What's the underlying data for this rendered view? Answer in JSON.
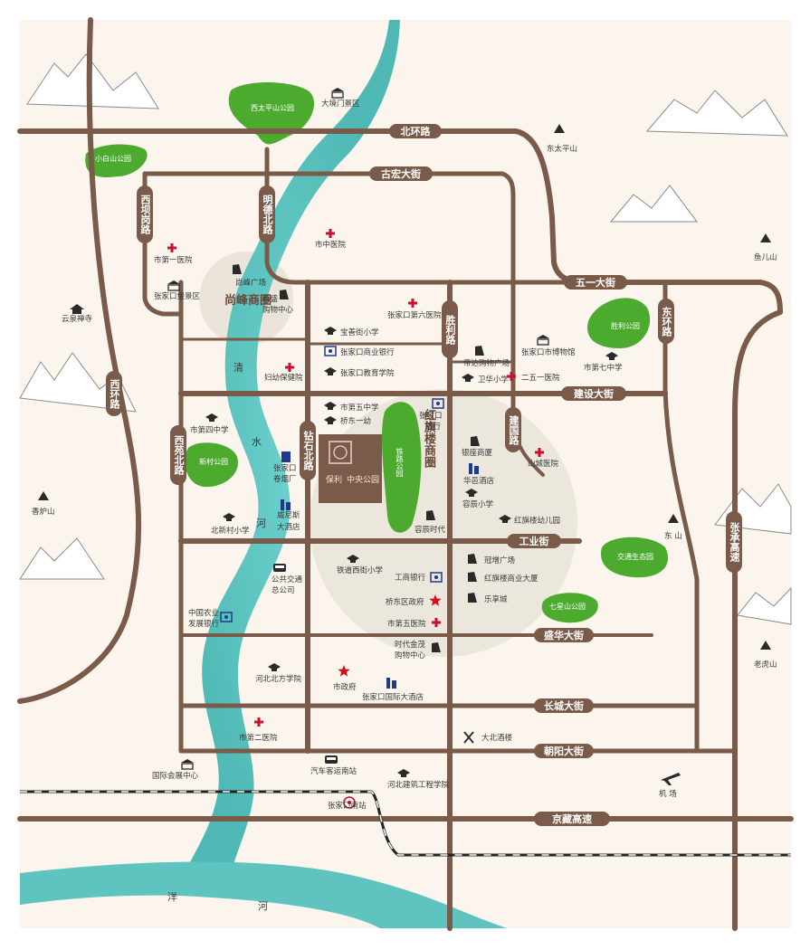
{
  "roads": {
    "beihuan": "北环路",
    "guhong": "古宏大街",
    "wuyi": "五一大街",
    "jianshe": "建设大街",
    "gongye": "工业街",
    "shenghua": "盛华大街",
    "changcheng": "长城大街",
    "chaoyang": "朝阳大街",
    "jingzang": "京藏高速",
    "xiba": "西坝岗路",
    "mingde": "明德北路",
    "shengli": "胜利路",
    "donghuan": "东环路",
    "jianguo": "建国路",
    "xihuan": "西环路",
    "xiyuan": "西苑北路",
    "zuanshi": "钻石北路",
    "zhangcheng": "张承高速"
  },
  "districts": {
    "shangfeng": "尚峰商圈",
    "hongqilou": "红旗楼商圈"
  },
  "project": {
    "brand": "保利",
    "name": "中央公园"
  },
  "rivers": {
    "qingshui": [
      "清",
      "水",
      "河"
    ],
    "yanghe": [
      "洋",
      "河"
    ]
  },
  "parks": [
    {
      "id": "xitaiping",
      "name": "西太平山公园"
    },
    {
      "id": "xiaobaishan",
      "name": "小白山公园"
    },
    {
      "id": "shengli",
      "name": "胜利公园"
    },
    {
      "id": "xincun",
      "name": "新村公园"
    },
    {
      "id": "tielu",
      "name": "铁路公园"
    },
    {
      "id": "jiaotong",
      "name": "交通生态园"
    },
    {
      "id": "qixingshan",
      "name": "七星山公园"
    }
  ],
  "mountains": [
    {
      "id": "dongtaiping",
      "name": "东太平山"
    },
    {
      "id": "yuershan",
      "name": "鱼儿山"
    },
    {
      "id": "dongshan",
      "name": "东 山"
    },
    {
      "id": "laohushan",
      "name": "老虎山"
    },
    {
      "id": "xianglushan",
      "name": "香炉山"
    }
  ],
  "pois": [
    {
      "id": "dajingmen",
      "name": "大境门景区",
      "icon": "landmark-icon"
    },
    {
      "id": "yunquan",
      "name": "云泉禅寺",
      "icon": "temple-icon"
    },
    {
      "id": "zhongyi",
      "name": "市中医院",
      "icon": "hospital-icon"
    },
    {
      "id": "yiyuan1",
      "name": "市第一医院",
      "icon": "hospital-icon"
    },
    {
      "id": "baozhao",
      "name": "张家口堡景区",
      "icon": "landmark-icon"
    },
    {
      "id": "shangfengsq",
      "name": "尚峰广场",
      "icon": "shopping-icon"
    },
    {
      "id": "baisheng",
      "name": "百盛",
      "icon": "shopping-icon"
    },
    {
      "id": "gouwu",
      "name": "购物中心",
      "icon": "none"
    },
    {
      "id": "liuyiyuan",
      "name": "张家口第六医院",
      "icon": "hospital-icon"
    },
    {
      "id": "baoshan",
      "name": "宝善街小学",
      "icon": "school-icon"
    },
    {
      "id": "shangyeyh",
      "name": "张家口商业银行",
      "icon": "bank-icon"
    },
    {
      "id": "jiaoyu",
      "name": "张家口教育学院",
      "icon": "school-icon"
    },
    {
      "id": "fuyou",
      "name": "妇幼保健院",
      "icon": "hospital-icon"
    },
    {
      "id": "dida",
      "name": "帝达购物广场",
      "icon": "shopping-icon"
    },
    {
      "id": "weihua",
      "name": "卫华小学",
      "icon": "school-icon"
    },
    {
      "id": "bowuguan",
      "name": "张家口市博物馆",
      "icon": "museum-icon"
    },
    {
      "id": "erwuyi",
      "name": "二五一医院",
      "icon": "hospital-icon"
    },
    {
      "id": "qizhong",
      "name": "市第七中学",
      "icon": "school-icon"
    },
    {
      "id": "wuzhong",
      "name": "市第五中学",
      "icon": "school-icon"
    },
    {
      "id": "qiaodongyiyou",
      "name": "桥东一幼",
      "icon": "school-icon"
    },
    {
      "id": "zjkyh1",
      "name": "张家口",
      "icon": "bank-icon"
    },
    {
      "id": "zjkyh2",
      "name": "银行",
      "icon": "none"
    },
    {
      "id": "yinzuo",
      "name": "银座商厦",
      "icon": "shopping-icon"
    },
    {
      "id": "huayi",
      "name": "华邑酒店",
      "icon": "hotel-icon"
    },
    {
      "id": "rongyuan",
      "name": "容辰小学",
      "icon": "school-icon"
    },
    {
      "id": "shancheng",
      "name": "山城医院",
      "icon": "hospital-icon"
    },
    {
      "id": "sizhong",
      "name": "市第四中学",
      "icon": "school-icon"
    },
    {
      "id": "juanyan1",
      "name": "张家口",
      "icon": "building-icon"
    },
    {
      "id": "juanyan2",
      "name": "卷烟厂",
      "icon": "none"
    },
    {
      "id": "weinisi1",
      "name": "威尼斯",
      "icon": "hotel-icon"
    },
    {
      "id": "weinisi2",
      "name": "大酒店",
      "icon": "none"
    },
    {
      "id": "beicun",
      "name": "北新村小学",
      "icon": "school-icon"
    },
    {
      "id": "rongchen",
      "name": "容辰时代",
      "icon": "shopping-icon"
    },
    {
      "id": "hongqiyou",
      "name": "红旗楼幼儿园",
      "icon": "school-icon"
    },
    {
      "id": "tiexi",
      "name": "铁道西街小学",
      "icon": "school-icon"
    },
    {
      "id": "gonggong1",
      "name": "公共交通",
      "icon": "bus-icon"
    },
    {
      "id": "gonggong2",
      "name": "总公司",
      "icon": "none"
    },
    {
      "id": "gongshang",
      "name": "工商银行",
      "icon": "bank-icon"
    },
    {
      "id": "guanyuan",
      "name": "冠增广场",
      "icon": "shopping-icon"
    },
    {
      "id": "hongqishangye",
      "name": "红旗楼商业大厦",
      "icon": "shopping-icon"
    },
    {
      "id": "lexiang",
      "name": "乐享城",
      "icon": "shopping-icon"
    },
    {
      "id": "qiaodong",
      "name": "桥东区政府",
      "icon": "gov-icon"
    },
    {
      "id": "wuyuan",
      "name": "市第五医院",
      "icon": "hospital-icon"
    },
    {
      "id": "nongye1",
      "name": "中国农业",
      "icon": "bank-icon"
    },
    {
      "id": "nongye2",
      "name": "发展银行",
      "icon": "none"
    },
    {
      "id": "shidai1",
      "name": "时代金茂",
      "icon": "shopping-icon"
    },
    {
      "id": "shidai2",
      "name": "购物中心",
      "icon": "none"
    },
    {
      "id": "hebeibeifang",
      "name": "河北北方学院",
      "icon": "school-icon"
    },
    {
      "id": "shizhengfu",
      "name": "市政府",
      "icon": "gov-icon"
    },
    {
      "id": "guojidajd",
      "name": "张家口国际大酒店",
      "icon": "hotel-icon"
    },
    {
      "id": "eryuan",
      "name": "市第二医院",
      "icon": "hospital-icon"
    },
    {
      "id": "dabei",
      "name": "大北酒楼",
      "icon": "restaurant-icon"
    },
    {
      "id": "huizhan",
      "name": "国际会展中心",
      "icon": "landmark-icon"
    },
    {
      "id": "qiche",
      "name": "汽车客运南站",
      "icon": "bus-icon"
    },
    {
      "id": "jianzhu",
      "name": "河北建筑工程学院",
      "icon": "school-icon"
    },
    {
      "id": "jichang",
      "name": "机 场",
      "icon": "airport-icon"
    },
    {
      "id": "nanzhan",
      "name": "张家口南站",
      "icon": "train-icon"
    }
  ],
  "colors": {
    "road": "#7a5a48",
    "river": "#5fc4c0",
    "park": "#4caa2e",
    "district": "#e6e1d6",
    "poi_icon": "#2a2a2a",
    "hospital": "#c8102e",
    "bank": "#1f3a8a"
  }
}
